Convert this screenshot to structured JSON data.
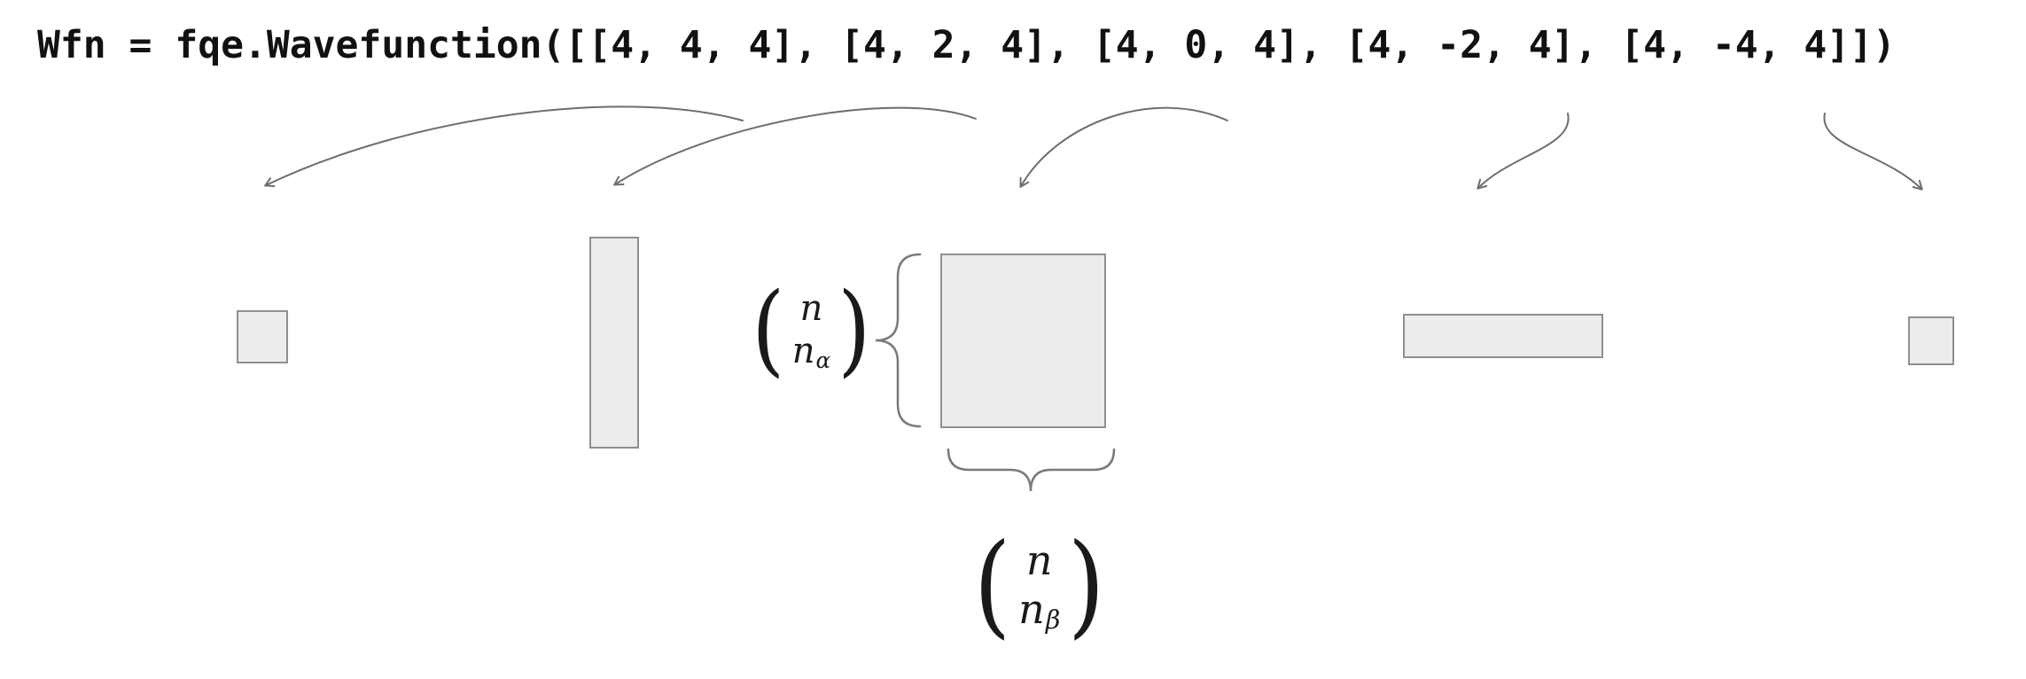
{
  "code_line": "Wfn = fqe.Wavefunction([[4, 4, 4], [4, 2, 4], [4, 0, 4], [4, -2, 4], [4, -4, 4]])",
  "math": {
    "binom_alpha": {
      "top": "n",
      "bottom_base": "n",
      "bottom_sub": "α"
    },
    "binom_beta": {
      "top": "n",
      "bottom_base": "n",
      "bottom_sub": "β"
    }
  },
  "colors": {
    "shape_fill": "#ececec",
    "shape_border": "#8f8f8f",
    "arrow": "#6e6e6e",
    "brace": "#7a7a7a",
    "text": "#111111"
  }
}
